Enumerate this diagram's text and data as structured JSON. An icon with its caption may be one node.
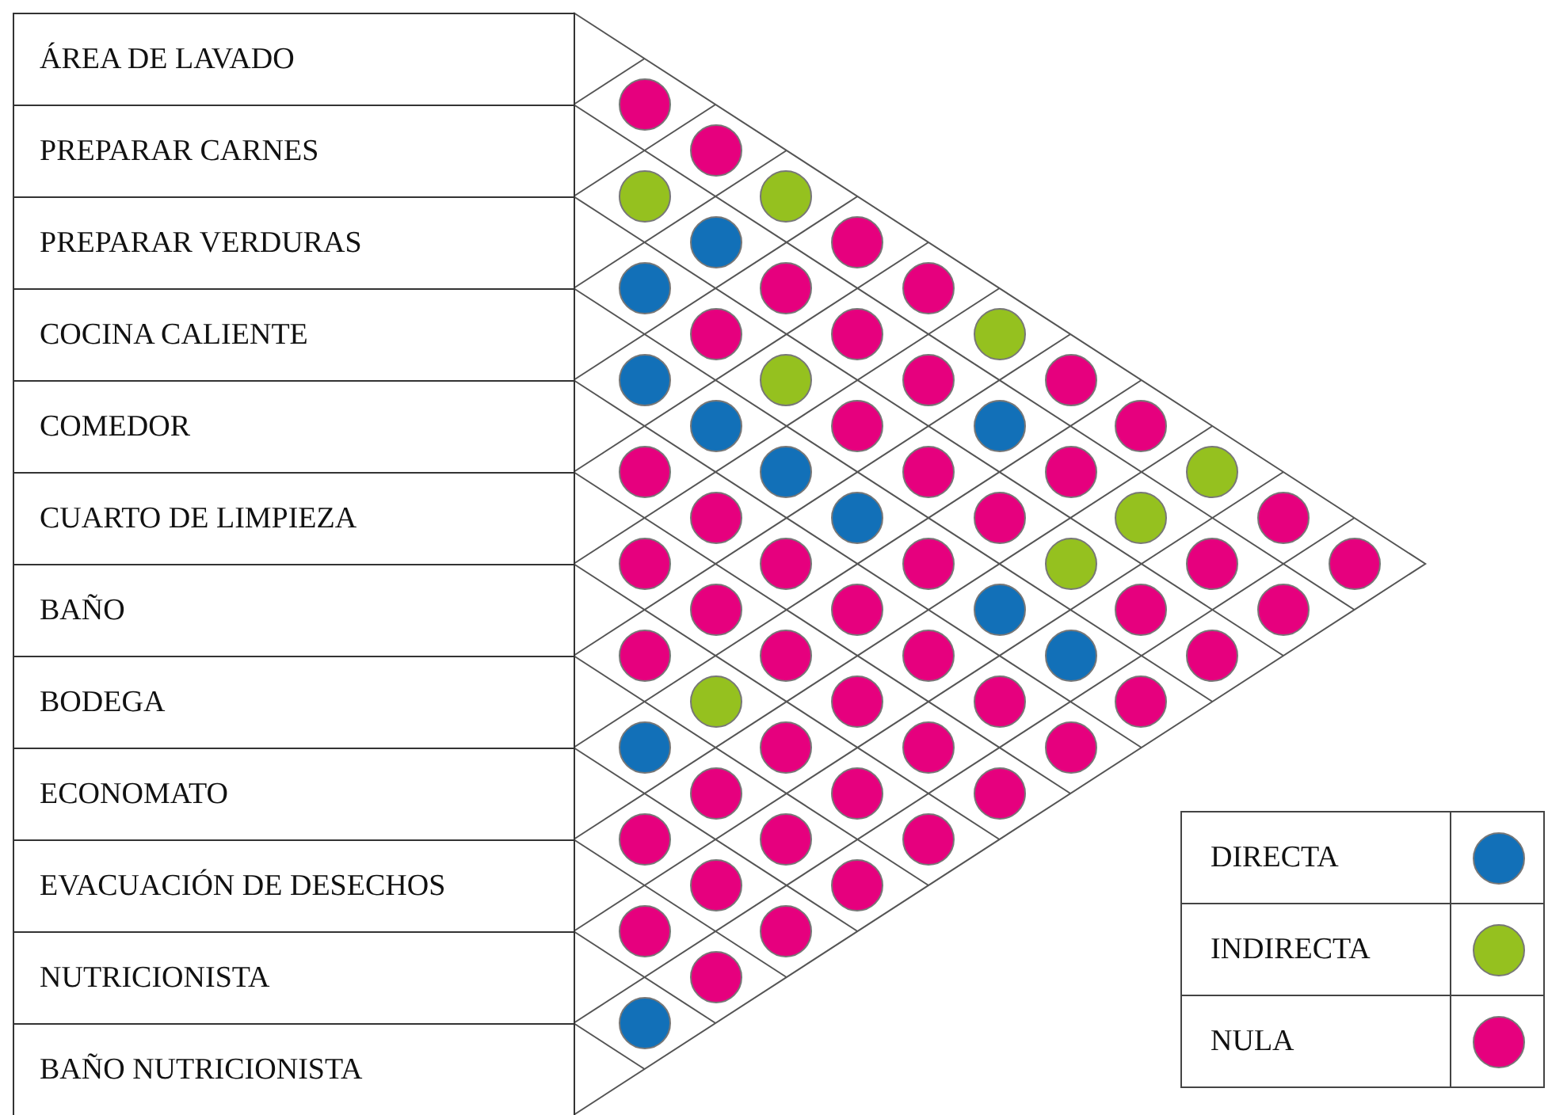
{
  "diagram": {
    "nodes": [
      {
        "text": [
          "ÁREA DE LAVADO"
        ]
      },
      {
        "text": [
          "PREPARAR CARNES"
        ]
      },
      {
        "text": [
          "PREPARAR VERDURAS"
        ]
      },
      {
        "text": [
          "COCINA CALIENTE"
        ]
      },
      {
        "text": [
          "COMEDOR"
        ]
      },
      {
        "text": [
          "CUARTO DE LIMPIEZA"
        ]
      },
      {
        "text": [
          "BAÑO"
        ]
      },
      {
        "text": [
          "BODEGA"
        ]
      },
      {
        "text": [
          "ECONOMATO"
        ]
      },
      {
        "text": [
          "EVACUACIÓN DE DESECHOS"
        ]
      },
      {
        "text": [
          "NUTRICIONISTA"
        ]
      },
      {
        "text": [
          "BAÑO NUTRICIONISTA"
        ]
      },
      {
        "text": [],
        "shape": "circle"
      },
      {
        "text": [],
        "shape": "circle"
      },
      {
        "text": [],
        "shape": "circle"
      },
      {
        "text": [],
        "shape": "circle"
      },
      {
        "text": [],
        "shape": "circle"
      },
      {
        "text": [],
        "shape": "circle"
      },
      {
        "text": [],
        "shape": "circle"
      },
      {
        "text": [],
        "shape": "circle"
      },
      {
        "text": [],
        "shape": "circle"
      },
      {
        "text": [],
        "shape": "circle"
      },
      {
        "text": [],
        "shape": "circle"
      },
      {
        "text": [],
        "shape": "circle"
      },
      {
        "text": [],
        "shape": "circle"
      },
      {
        "text": [],
        "shape": "circle"
      },
      {
        "text": [],
        "shape": "circle"
      },
      {
        "text": [],
        "shape": "circle"
      },
      {
        "text": [],
        "shape": "circle"
      },
      {
        "text": [],
        "shape": "circle"
      },
      {
        "text": [],
        "shape": "circle"
      },
      {
        "text": [],
        "shape": "circle"
      },
      {
        "text": [],
        "shape": "circle"
      },
      {
        "text": [],
        "shape": "circle"
      },
      {
        "text": [],
        "shape": "circle"
      },
      {
        "text": [],
        "shape": "circle"
      },
      {
        "text": [],
        "shape": "circle"
      },
      {
        "text": [],
        "shape": "circle"
      },
      {
        "text": [],
        "shape": "circle"
      },
      {
        "text": [],
        "shape": "circle"
      },
      {
        "text": [],
        "shape": "circle"
      },
      {
        "text": [],
        "shape": "circle"
      },
      {
        "text": [],
        "shape": "circle"
      },
      {
        "text": [],
        "shape": "circle"
      },
      {
        "text": [],
        "shape": "circle"
      },
      {
        "text": [],
        "shape": "circle"
      },
      {
        "text": [],
        "shape": "circle"
      },
      {
        "text": [],
        "shape": "circle"
      },
      {
        "text": [],
        "shape": "circle"
      },
      {
        "text": [],
        "shape": "circle"
      },
      {
        "text": [],
        "shape": "circle"
      },
      {
        "text": [],
        "shape": "circle"
      },
      {
        "text": [],
        "shape": "circle"
      },
      {
        "text": [],
        "shape": "circle"
      },
      {
        "text": [],
        "shape": "circle"
      },
      {
        "text": [],
        "shape": "circle"
      },
      {
        "text": [],
        "shape": "circle"
      },
      {
        "text": [],
        "shape": "circle"
      },
      {
        "text": [],
        "shape": "circle"
      },
      {
        "text": [],
        "shape": "circle"
      },
      {
        "text": [],
        "shape": "circle"
      },
      {
        "text": [],
        "shape": "circle"
      },
      {
        "text": [],
        "shape": "circle"
      },
      {
        "text": [],
        "shape": "circle"
      },
      {
        "text": [],
        "shape": "circle"
      },
      {
        "text": [],
        "shape": "circle"
      },
      {
        "text": [],
        "shape": "circle"
      },
      {
        "text": [],
        "shape": "circle"
      },
      {
        "text": [],
        "shape": "circle"
      },
      {
        "text": [],
        "shape": "circle"
      },
      {
        "text": [],
        "shape": "circle"
      },
      {
        "text": [],
        "shape": "circle"
      },
      {
        "text": [],
        "shape": "circle"
      },
      {
        "text": [],
        "shape": "circle"
      },
      {
        "text": [],
        "shape": "circle"
      },
      {
        "text": [],
        "shape": "circle"
      },
      {
        "text": [],
        "shape": "circle"
      },
      {
        "text": [],
        "shape": "circle"
      }
    ],
    "legend": [
      {
        "text": "DIRECTA",
        "color": "#1270b8"
      },
      {
        "text": "INDIRECTA",
        "color": "#95c11f"
      },
      {
        "text": "NULA",
        "color": "#e6007e"
      }
    ]
  }
}
